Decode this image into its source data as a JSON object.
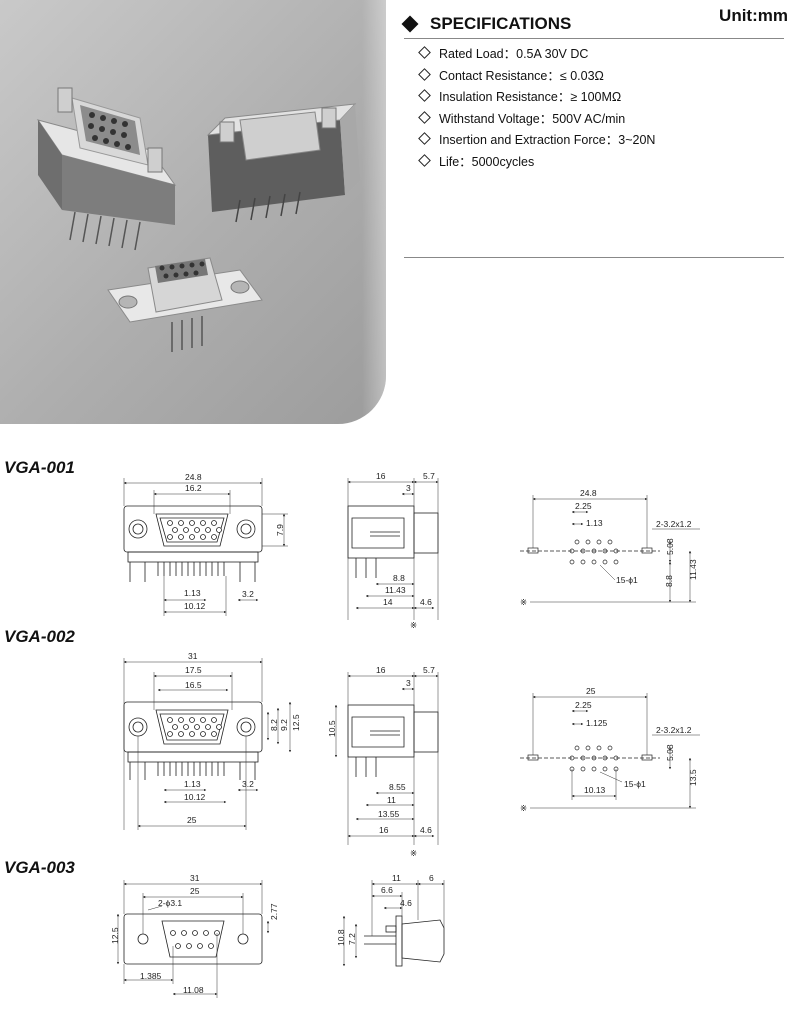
{
  "header": {
    "unit": "Unit:mm",
    "spec_title": "SPECIFICATIONS"
  },
  "specs": [
    "Rated Load：0.5A 30V DC",
    "Contact Resistance：≤ 0.03Ω",
    "Insulation Resistance：≥ 100MΩ",
    "Withstand Voltage：500V AC/min",
    "Insertion and Extraction Force：3~20N",
    "Life：5000cycles"
  ],
  "models": [
    "VGA-001",
    "VGA-002",
    "VGA-003"
  ],
  "dims": {
    "v1": {
      "front": [
        "24.8",
        "16.2",
        "7.9",
        "1.13",
        "10.12",
        "3.2"
      ],
      "side": [
        "16",
        "5.7",
        "3",
        "8.8",
        "11.43",
        "14",
        "4.6",
        "※"
      ],
      "pcb": [
        "24.8",
        "2.25",
        "1.13",
        "2-3.2x1.2",
        "5.08",
        "11.43",
        "8.8",
        "15-ϕ1",
        "※"
      ]
    },
    "v2": {
      "front": [
        "31",
        "17.5",
        "16.5",
        "8.2",
        "9.2",
        "12.5",
        "1.13",
        "10.12",
        "3.2",
        "25"
      ],
      "side": [
        "16",
        "5.7",
        "3",
        "10.5",
        "8.55",
        "11",
        "13.55",
        "16",
        "4.6",
        "※"
      ],
      "pcb": [
        "25",
        "2.25",
        "1.125",
        "2-3.2x1.2",
        "5.08",
        "13.5",
        "10.13",
        "15-ϕ1",
        "※"
      ]
    },
    "v3": {
      "front": [
        "31",
        "25",
        "2-ϕ3.1",
        "12.5",
        "2.77",
        "1.385",
        "11.08"
      ],
      "side": [
        "11",
        "6",
        "6.6",
        "4.6",
        "10.8",
        "7.2"
      ]
    }
  }
}
